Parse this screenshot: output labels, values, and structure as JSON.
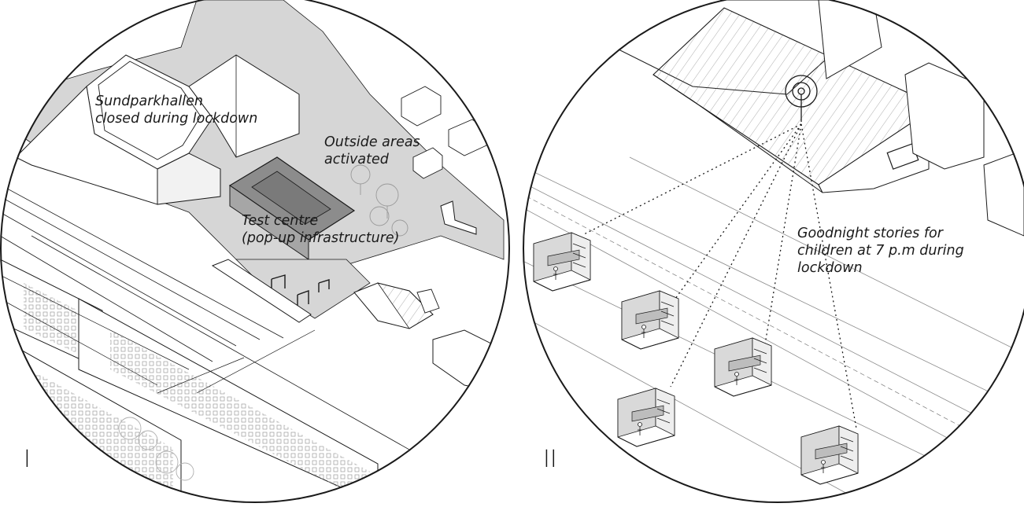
{
  "panels": [
    {
      "numeral": "I",
      "labels": {
        "hall": "Sundparkhallen\nclosed during lockdown",
        "outside": "Outside areas\nactivated",
        "test_centre": "Test centre\n(pop-up infrastructure)"
      }
    },
    {
      "numeral": "II",
      "labels": {
        "stories": "Goodnight stories for\nchildren at 7 p.m during\nlockdown"
      }
    }
  ],
  "colors": {
    "line": "#1a1a1a",
    "pavement": "#d6d6d6",
    "roof_dark": "#8c8c8c",
    "building_shade": "#e6e6e6",
    "tree": "#9a9a9a"
  }
}
